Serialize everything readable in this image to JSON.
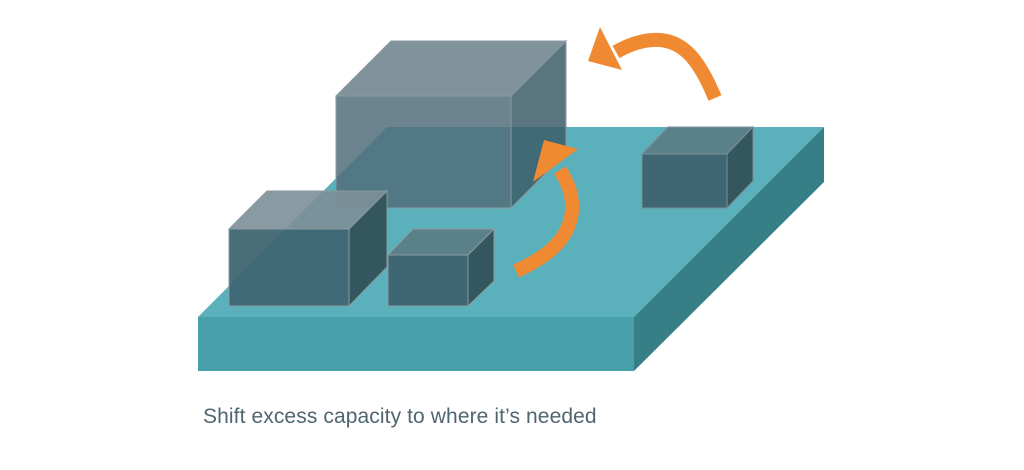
{
  "caption": "Shift excess capacity to where it’s needed",
  "colors": {
    "platform_top": "#5ab1bc",
    "platform_front": "#47a0aa",
    "platform_side": "#367f87",
    "box_front": "#3f6673",
    "box_top": "#7c8f98",
    "box_side": "#33565f",
    "box_edge": "#8a9aa0",
    "arrow": "#f08a32"
  },
  "elements": {
    "platform": "Teal platform",
    "boxes": [
      "large-box (translucent)",
      "left-box",
      "middle-small-box",
      "right-box"
    ],
    "arrows": [
      "curved-arrow-top-right",
      "curved-arrow-center"
    ]
  }
}
